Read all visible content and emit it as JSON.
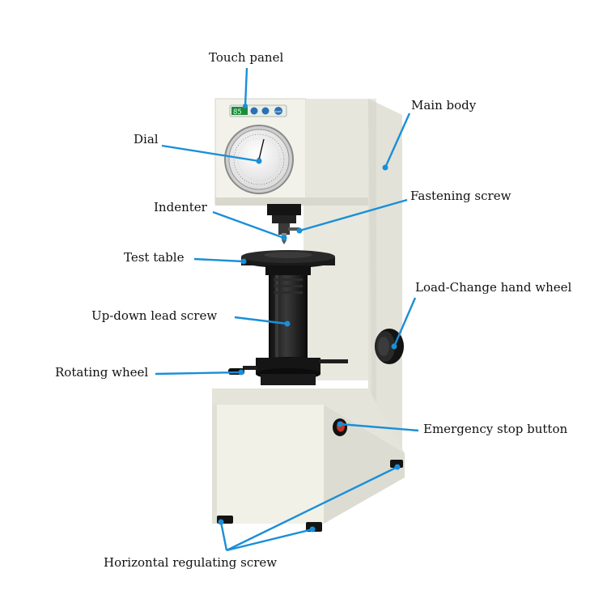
{
  "labels": {
    "touch_panel": "Touch panel",
    "main_body": "Main body",
    "dial": "Dial",
    "fastening_screw": "Fastening screw",
    "indenter": "Indenter",
    "test_table": "Test table",
    "load_change_hand_wheel": "Load-Change hand wheel",
    "up_down_lead_screw": "Up-down lead screw",
    "rotating_wheel": "Rotating wheel",
    "emergency_stop_button": "Emergency stop button",
    "horizontal_regulating_screw": "Horizontal regulating screw"
  },
  "panel": {
    "display_value": "85",
    "start_key": "start"
  },
  "colors": {
    "pointer": "#1a8fd8",
    "body": "#efefe6",
    "body_shadow": "#d9d9cf",
    "display": "#1e8a3a",
    "dark": "#1c1c1c"
  }
}
